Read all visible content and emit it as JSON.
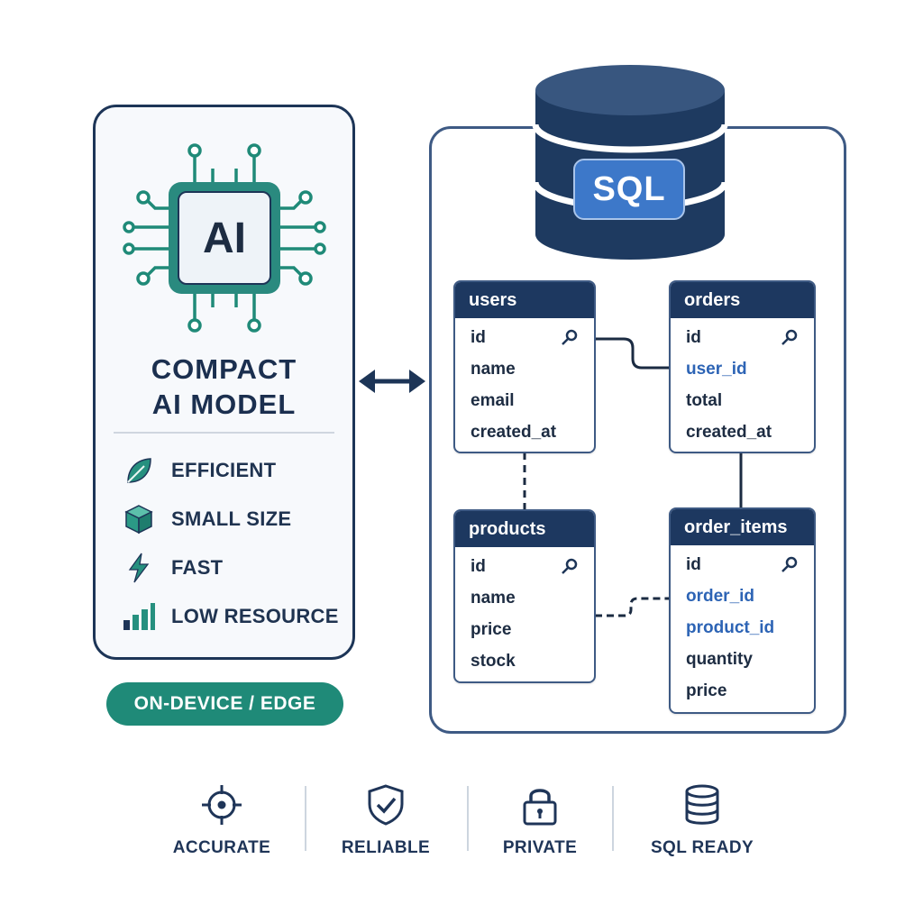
{
  "model_card": {
    "chip_label": "AI",
    "title_line1": "COMPACT",
    "title_line2": "AI MODEL",
    "features": [
      {
        "label": "EFFICIENT",
        "icon": "leaf-icon"
      },
      {
        "label": "SMALL SIZE",
        "icon": "cube-icon"
      },
      {
        "label": "FAST",
        "icon": "lightning-icon"
      },
      {
        "label": "LOW RESOURCE",
        "icon": "bar-chart-icon"
      }
    ],
    "deployment_badge": "ON-DEVICE / EDGE"
  },
  "database": {
    "badge": "SQL",
    "tables": {
      "users": {
        "name": "users",
        "columns": [
          "id",
          "name",
          "email",
          "created_at"
        ]
      },
      "orders": {
        "name": "orders",
        "columns": [
          "id",
          "user_id",
          "total",
          "created_at"
        ]
      },
      "products": {
        "name": "products",
        "columns": [
          "id",
          "name",
          "price",
          "stock"
        ]
      },
      "order_items": {
        "name": "order_items",
        "columns": [
          "id",
          "order_id",
          "product_id",
          "quantity",
          "price"
        ]
      }
    }
  },
  "bottom_features": [
    {
      "label": "ACCURATE",
      "icon": "target-icon"
    },
    {
      "label": "RELIABLE",
      "icon": "shield-check-icon"
    },
    {
      "label": "PRIVATE",
      "icon": "lock-icon"
    },
    {
      "label": "SQL READY",
      "icon": "database-icon"
    }
  ],
  "colors": {
    "navy": "#1d3557",
    "teal": "#1f8a78",
    "accent_blue": "#3d78c9",
    "foreign_key": "#2d64b5"
  }
}
